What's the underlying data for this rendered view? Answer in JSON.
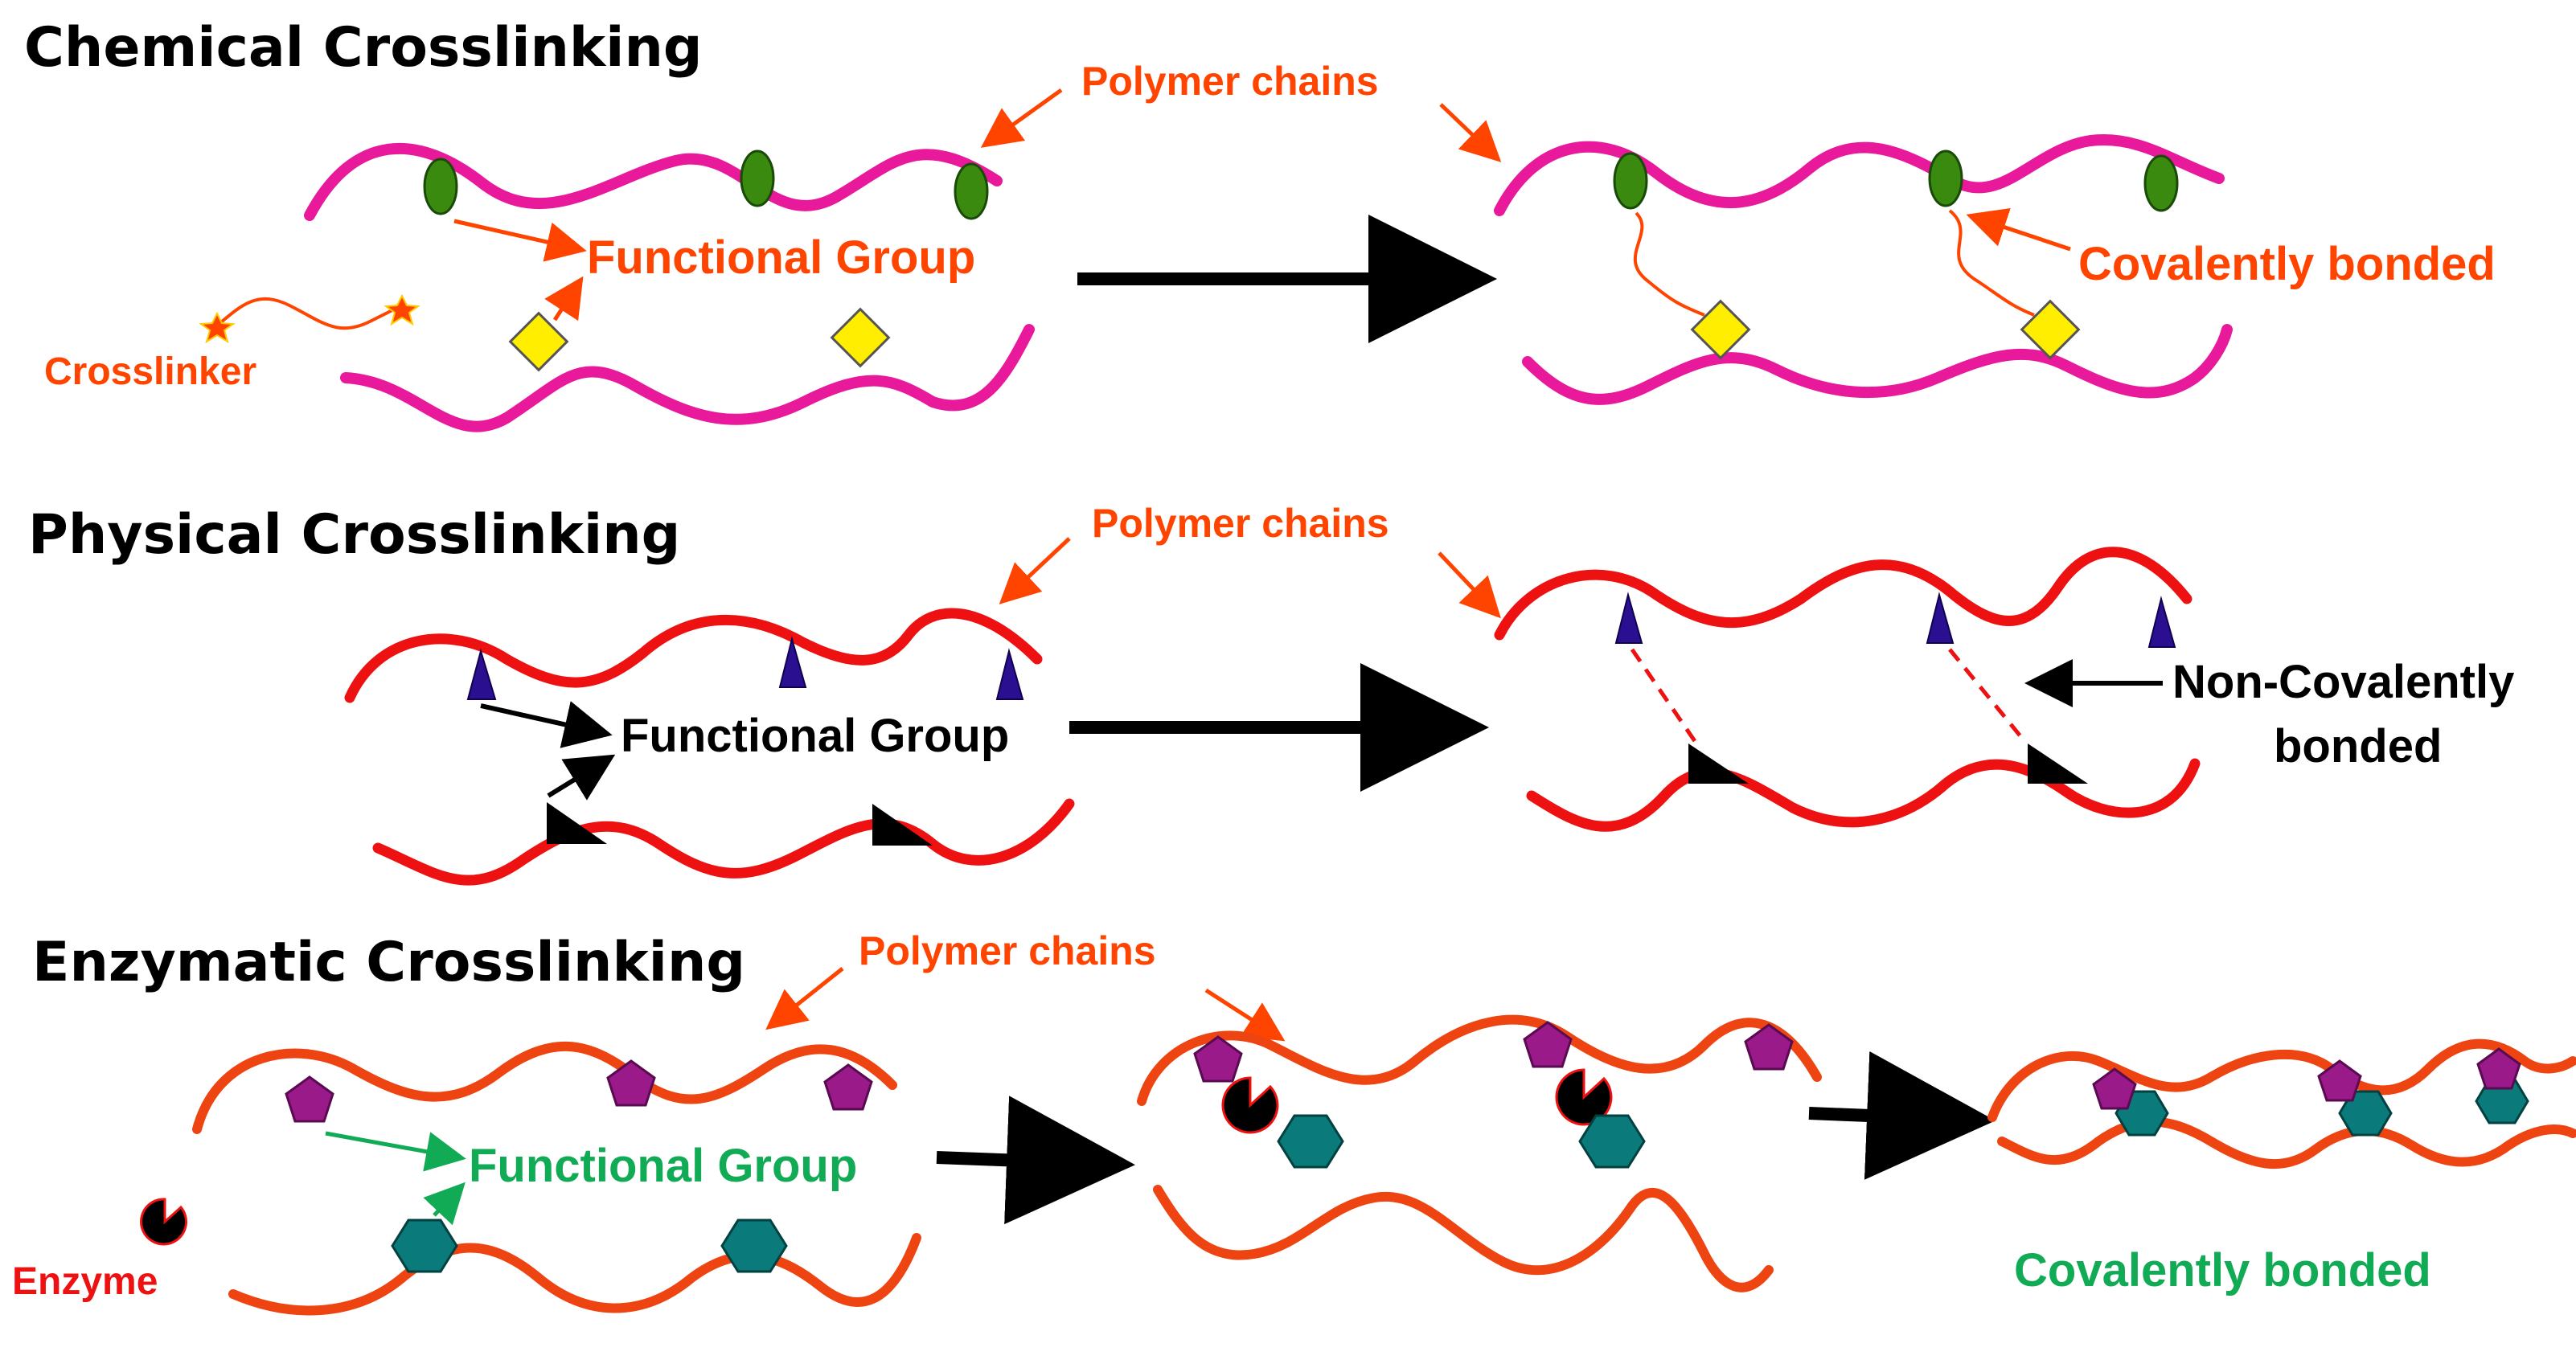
{
  "sections": {
    "chemical": {
      "title": "Chemical Crosslinking",
      "polymer_chains": "Polymer chains",
      "functional_group": "Functional Group",
      "crosslinker": "Crosslinker",
      "bond_label": "Covalently bonded"
    },
    "physical": {
      "title": "Physical Crosslinking",
      "polymer_chains": "Polymer chains",
      "functional_group": "Functional Group",
      "bond_label_line1": "Non-Covalently",
      "bond_label_line2": "bonded"
    },
    "enzymatic": {
      "title": "Enzymatic Crosslinking",
      "polymer_chains": "Polymer chains",
      "functional_group": "Functional Group",
      "enzyme": "Enzyme",
      "bond_label": "Covalently bonded"
    }
  },
  "colors": {
    "chemical_chain": "#e8199b",
    "physical_chain": "#ee1111",
    "enzymatic_chain": "#ee4411",
    "label_orange": "#ff4400",
    "label_red": "#ee1111",
    "label_green": "#11aa55",
    "label_black": "#000000",
    "green_group": "#3a8a10",
    "yellow_group": "#ffee00",
    "triangle": "#2a1090",
    "purple_pentagon": "#9a1a8a",
    "teal_hexagon": "#0a7a7a"
  }
}
